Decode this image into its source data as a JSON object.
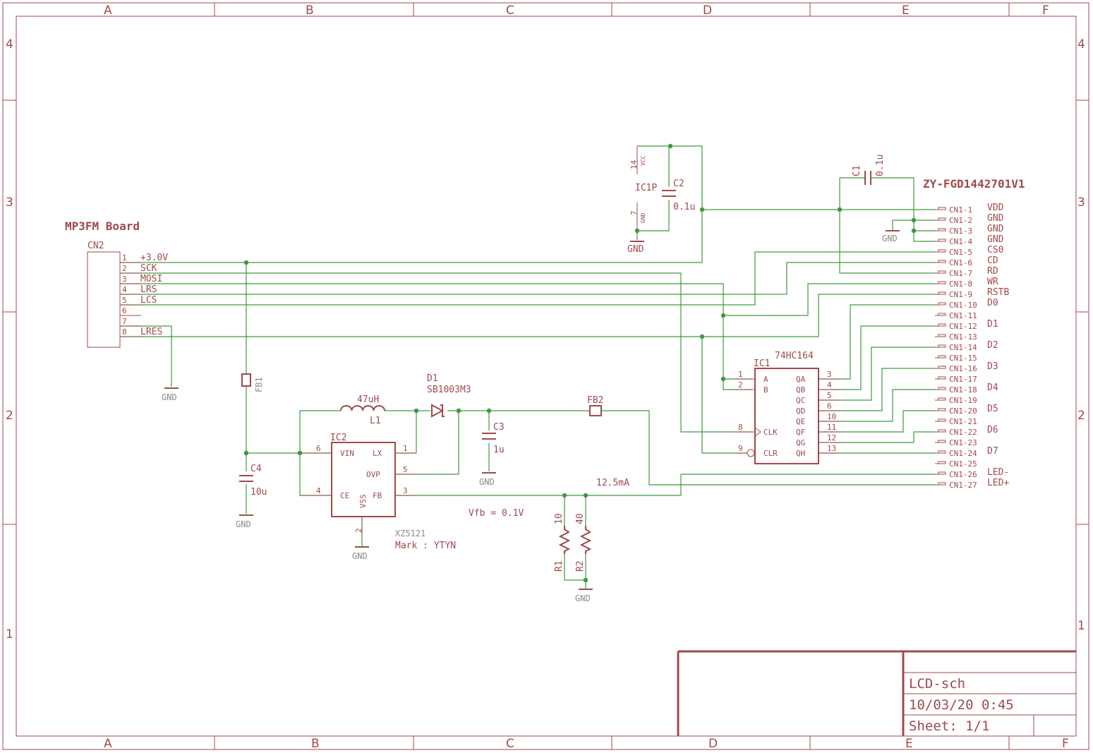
{
  "frame": {
    "columns": [
      "A",
      "B",
      "C",
      "D",
      "E",
      "F"
    ],
    "rows": [
      "4",
      "3",
      "2",
      "1"
    ]
  },
  "title_block": {
    "title": "LCD-sch",
    "date": "10/03/20 0:45",
    "sheet": "Sheet: 1/1"
  },
  "labels": {
    "board": "MP3FM Board",
    "lcd_part": "ZY-FGD1442701V1",
    "vfb": "Vfb = 0.1V",
    "current": "12.5mA",
    "ic2_part": "XZ5121",
    "ic2_mark": "Mark : YTYN"
  },
  "cn2": {
    "ref": "CN2",
    "pins": [
      {
        "num": "1",
        "name": "+3.0V"
      },
      {
        "num": "2",
        "name": "SCK"
      },
      {
        "num": "3",
        "name": "MOSI"
      },
      {
        "num": "4",
        "name": "LRS"
      },
      {
        "num": "5",
        "name": "LCS"
      },
      {
        "num": "6",
        "name": ""
      },
      {
        "num": "7",
        "name": ""
      },
      {
        "num": "8",
        "name": "LRES"
      }
    ]
  },
  "cn1": {
    "pins": [
      {
        "ref": "CN1-1",
        "signal": "VDD"
      },
      {
        "ref": "CN1-2",
        "signal": "GND"
      },
      {
        "ref": "CN1-3",
        "signal": "GND"
      },
      {
        "ref": "CN1-4",
        "signal": "GND"
      },
      {
        "ref": "CN1-5",
        "signal": "CS0"
      },
      {
        "ref": "CN1-6",
        "signal": "CD"
      },
      {
        "ref": "CN1-7",
        "signal": "RD"
      },
      {
        "ref": "CN1-8",
        "signal": "WR"
      },
      {
        "ref": "CN1-9",
        "signal": "RSTB"
      },
      {
        "ref": "CN1-10",
        "signal": "D0"
      },
      {
        "ref": "CN1-11",
        "signal": ""
      },
      {
        "ref": "CN1-12",
        "signal": "D1"
      },
      {
        "ref": "CN1-13",
        "signal": ""
      },
      {
        "ref": "CN1-14",
        "signal": "D2"
      },
      {
        "ref": "CN1-15",
        "signal": ""
      },
      {
        "ref": "CN1-16",
        "signal": "D3"
      },
      {
        "ref": "CN1-17",
        "signal": ""
      },
      {
        "ref": "CN1-18",
        "signal": "D4"
      },
      {
        "ref": "CN1-19",
        "signal": ""
      },
      {
        "ref": "CN1-20",
        "signal": "D5"
      },
      {
        "ref": "CN1-21",
        "signal": ""
      },
      {
        "ref": "CN1-22",
        "signal": "D6"
      },
      {
        "ref": "CN1-23",
        "signal": ""
      },
      {
        "ref": "CN1-24",
        "signal": "D7"
      },
      {
        "ref": "CN1-25",
        "signal": ""
      },
      {
        "ref": "CN1-26",
        "signal": "LED-"
      },
      {
        "ref": "CN1-27",
        "signal": "LED+"
      }
    ]
  },
  "ic1": {
    "ref": "IC1",
    "part": "74HC164",
    "left_pins": [
      {
        "num": "1",
        "name": "A"
      },
      {
        "num": "2",
        "name": "B"
      },
      {
        "num": "8",
        "name": "CLK"
      },
      {
        "num": "9",
        "name": "CLR"
      }
    ],
    "right_pins": [
      {
        "num": "3",
        "name": "QA"
      },
      {
        "num": "4",
        "name": "QB"
      },
      {
        "num": "5",
        "name": "QC"
      },
      {
        "num": "6",
        "name": "QD"
      },
      {
        "num": "10",
        "name": "QE"
      },
      {
        "num": "11",
        "name": "QF"
      },
      {
        "num": "12",
        "name": "QG"
      },
      {
        "num": "13",
        "name": "QH"
      }
    ]
  },
  "ic1p": {
    "ref": "IC1P",
    "vcc_pin": "14",
    "vcc": "VCC",
    "gnd_pin": "7",
    "gnd": "GND"
  },
  "ic2": {
    "ref": "IC2",
    "pins": [
      {
        "num": "6",
        "name": "VIN"
      },
      {
        "num": "1",
        "name": "LX"
      },
      {
        "num": "5",
        "name": "OVP"
      },
      {
        "num": "4",
        "name": "CE"
      },
      {
        "num": "3",
        "name": "FB"
      },
      {
        "num": "2",
        "name": "VSS"
      }
    ]
  },
  "components": {
    "c1": {
      "ref": "C1",
      "value": "0.1u"
    },
    "c2": {
      "ref": "C2",
      "value": "0.1u"
    },
    "c3": {
      "ref": "C3",
      "value": "1u"
    },
    "c4": {
      "ref": "C4",
      "value": "10u"
    },
    "l1": {
      "ref": "L1",
      "value": "47uH"
    },
    "d1": {
      "ref": "D1",
      "value": "SB1003M3"
    },
    "fb1": {
      "ref": "FB1"
    },
    "fb2": {
      "ref": "FB2"
    },
    "r1": {
      "ref": "R1",
      "value": "10"
    },
    "r2": {
      "ref": "R2",
      "value": "40"
    }
  },
  "gnd_label": "GND"
}
